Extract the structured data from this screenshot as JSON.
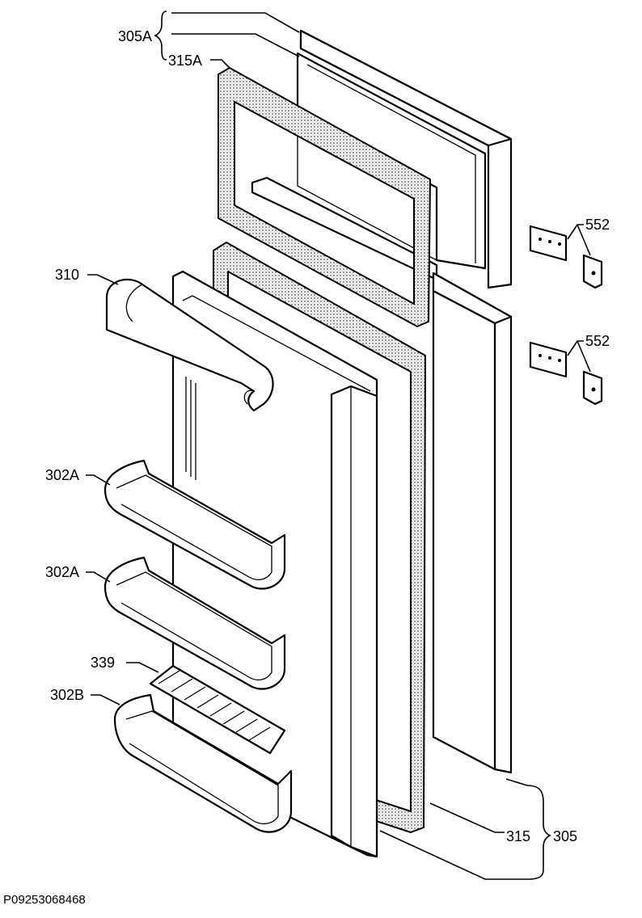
{
  "labels": {
    "door_freezer_assembly": "305A",
    "gasket_freezer": "315A",
    "handle": "310",
    "shelf_upper": "302A",
    "shelf_middle": "302A",
    "cover_339": "339",
    "shelf_bottom": "302B",
    "hinge_upper": "552",
    "hinge_lower": "552",
    "gasket_fridge": "315",
    "door_fridge_assembly": "305"
  },
  "reference_code": "P09253068468"
}
